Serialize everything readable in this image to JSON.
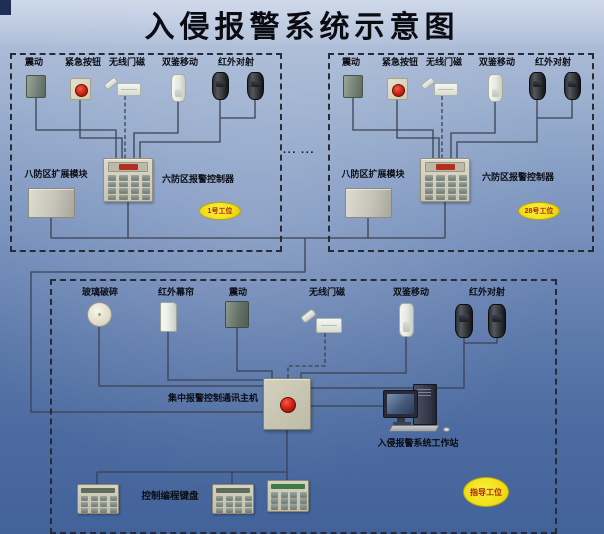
{
  "title": "入侵报警系统示意图",
  "separator_dots": "··· ···",
  "station_common": {
    "sensors": [
      "震动",
      "紧急按钮",
      "无线门磁",
      "双鉴移动",
      "红外对射"
    ],
    "expansion_module": "八防区扩展模块",
    "controller": "六防区报警控制器"
  },
  "station1": {
    "badge": "1号工位"
  },
  "station28": {
    "badge": "28号工位"
  },
  "central": {
    "sensors": [
      "玻璃破碎",
      "红外幕帘",
      "震动",
      "无线门磁",
      "双鉴移动",
      "红外对射"
    ],
    "host_label": "集中报警控制通讯主机",
    "workstation_label": "入侵报警系统工作站",
    "keypads_label": "控制编程键盘",
    "badge": "指导工位"
  },
  "colors": {
    "badge_bg": "#eeda12",
    "badge_text": "#a82410",
    "wire": "#3a4250",
    "alarm_red": "#c61e0e",
    "background_top": "#b9c8e0",
    "background_bottom": "#42629a"
  }
}
